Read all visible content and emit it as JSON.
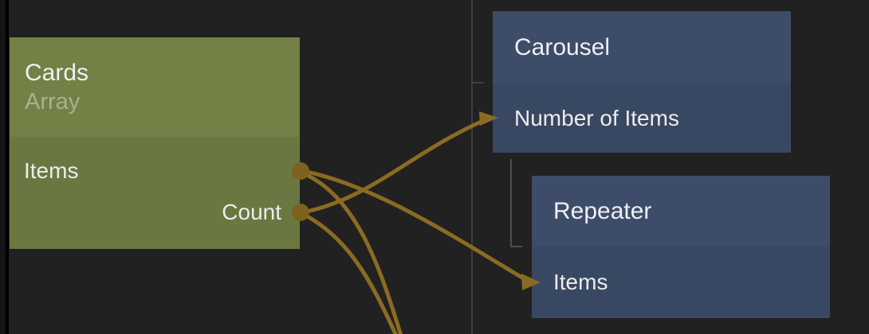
{
  "colors": {
    "canvas_bg": "#212121",
    "wire": "#8a6b22",
    "port": "#7c611f",
    "green_header": "#738046",
    "green_body": "#6b7741",
    "blue_header": "#3d4c69",
    "blue_body": "#394862",
    "title_text": "#eef0f1",
    "subtitle_text": "#a9b18d"
  },
  "nodes": {
    "cards": {
      "title": "Cards",
      "subtitle": "Array",
      "outputs": [
        {
          "label": "Items"
        },
        {
          "label": "Count"
        }
      ]
    },
    "carousel": {
      "title": "Carousel",
      "inputs": [
        {
          "label": "Number of Items"
        }
      ]
    },
    "repeater": {
      "title": "Repeater",
      "inputs": [
        {
          "label": "Items"
        }
      ]
    }
  },
  "connections": [
    {
      "from": "Cards.Count",
      "to": "Carousel.Number of Items"
    },
    {
      "from": "Cards.Items",
      "to": "Repeater.Items"
    },
    {
      "from": "Cards.Items",
      "to": "offscreen (bottom)"
    },
    {
      "from": "Cards.Count",
      "to": "offscreen (bottom)"
    }
  ]
}
